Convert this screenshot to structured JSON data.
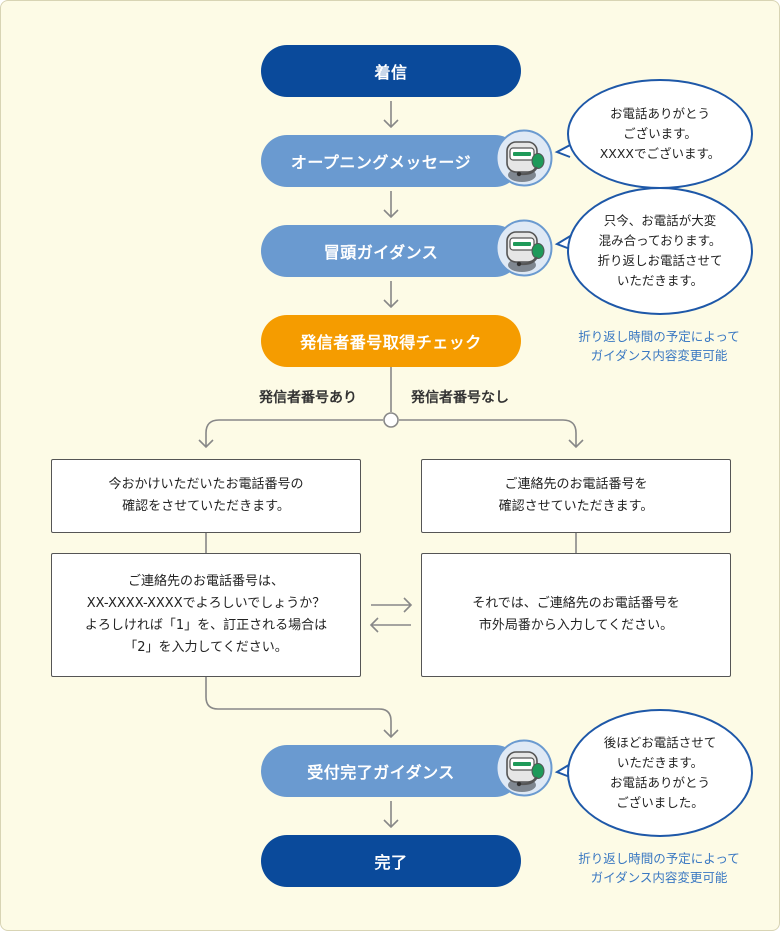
{
  "steps": {
    "incoming": "着信",
    "opening": "オープニングメッセージ",
    "intro_guidance": "冒頭ガイダンス",
    "caller_id_check": "発信者番号取得チェック",
    "reception_complete": "受付完了ガイダンス",
    "done": "完了"
  },
  "bubbles": {
    "opening": "お電話ありがとう\nございます。\nXXXXでございます。",
    "intro": "只今、お電話が大変\n混み合っております。\n折り返しお電話させて\nいただきます。",
    "complete": "後ほどお電話させて\nいただきます。\nお電話ありがとう\nございました。"
  },
  "notes": {
    "intro_note": "折り返し時間の予定によって\nガイダンス内容変更可能",
    "complete_note": "折り返し時間の予定によって\nガイダンス内容変更可能"
  },
  "branches": {
    "with_number": "発信者番号あり",
    "without_number": "発信者番号なし"
  },
  "boxes": {
    "left_top": "今おかけいただいたお電話番号の\n確認をさせていただきます。",
    "left_bottom": "ご連絡先のお電話番号は、\nXX-XXXX-XXXXでよろしいでしょうか？\nよろしければ「1」を、訂正される場合は\n「2」を入力してください。",
    "right_top": "ご連絡先のお電話番号を\n確認させていただきます。",
    "right_bottom": "それでは、ご連絡先のお電話番号を\n市外局番から入力してください。"
  },
  "colors": {
    "dark_blue": "#0a4a9b",
    "light_blue": "#6a9ad0",
    "orange": "#f59c00",
    "note_blue": "#3a78c2",
    "background": "#fdfbe6"
  },
  "icons": {
    "operator": "robot-operator-icon"
  }
}
